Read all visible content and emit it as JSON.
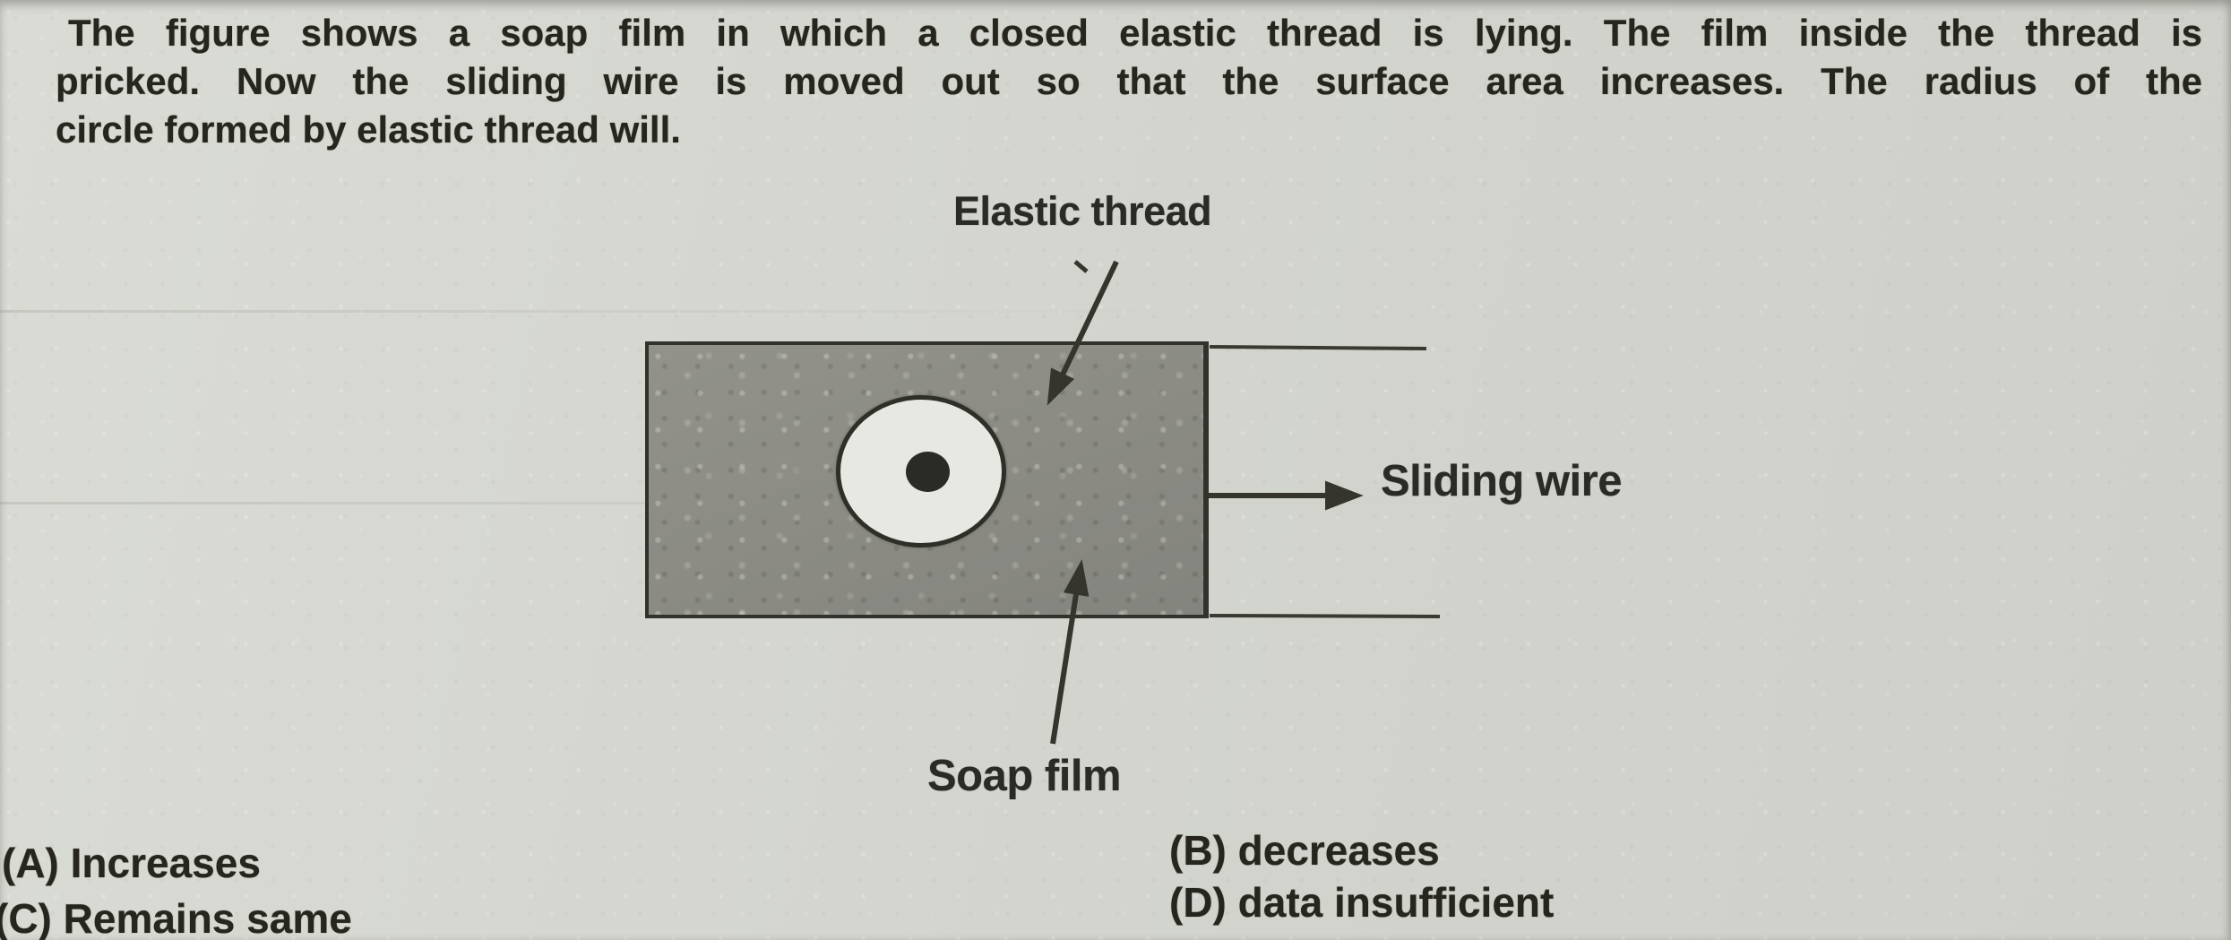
{
  "question": {
    "line1": "The figure shows a soap film in which a closed elastic thread is lying. The film inside the thread is",
    "line2": "pricked. Now the sliding wire is moved out so that the surface area increases. The radius of the",
    "line3": "circle formed by elastic thread will."
  },
  "figure": {
    "labels": {
      "elastic_thread": "Elastic thread",
      "sliding_wire": "Sliding wire",
      "soap_film": "Soap film"
    },
    "elements": [
      "soap-film-rectangle",
      "elastic-thread-loop",
      "center-dot",
      "sliding-wire-frame"
    ]
  },
  "options": [
    {
      "key": "A",
      "label": "(A) Increases"
    },
    {
      "key": "B",
      "label": "(B) decreases"
    },
    {
      "key": "C",
      "label": "(C) Remains same"
    },
    {
      "key": "D",
      "label": "(D) data insufficient"
    }
  ],
  "colors": {
    "paper": "#d4d5cf",
    "ink": "#26261f",
    "film_gray": "#8b8b84",
    "line_dark": "#34342e",
    "hole_white": "#e8e8e2"
  }
}
